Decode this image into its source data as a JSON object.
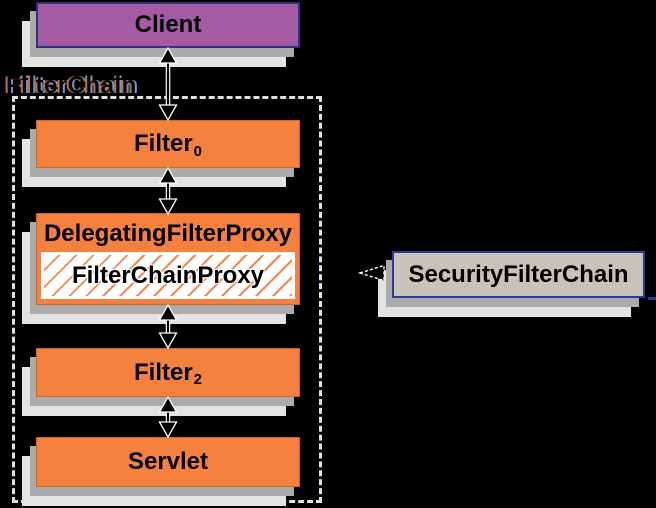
{
  "frame_label": "FilterChain",
  "nodes": {
    "client": {
      "label": "Client"
    },
    "filter0": {
      "label": "Filter",
      "subscript": "0"
    },
    "delegating_filter_proxy": {
      "label": "DelegatingFilterProxy"
    },
    "filter_chain_proxy": {
      "label": "FilterChainProxy"
    },
    "filter2": {
      "label": "Filter",
      "subscript": "2"
    },
    "servlet": {
      "label": "Servlet"
    },
    "security_filter_chain": {
      "label": "SecurityFilterChain"
    }
  },
  "icons": {
    "flow_connector": "double-headed-arrow",
    "reference_pointer": "left-arrowhead"
  },
  "colors": {
    "background": "#000000",
    "orange": "#F4823E",
    "orange_border": "#D2641F",
    "purple": "#A55BA4",
    "tan": "#C8C3B8",
    "navy_border": "#31317E",
    "navy_border2": "#2B3A9B",
    "shadow_mid": "#ABABAB",
    "shadow_light": "#E3E3E3",
    "hatch": "#F0894E"
  }
}
